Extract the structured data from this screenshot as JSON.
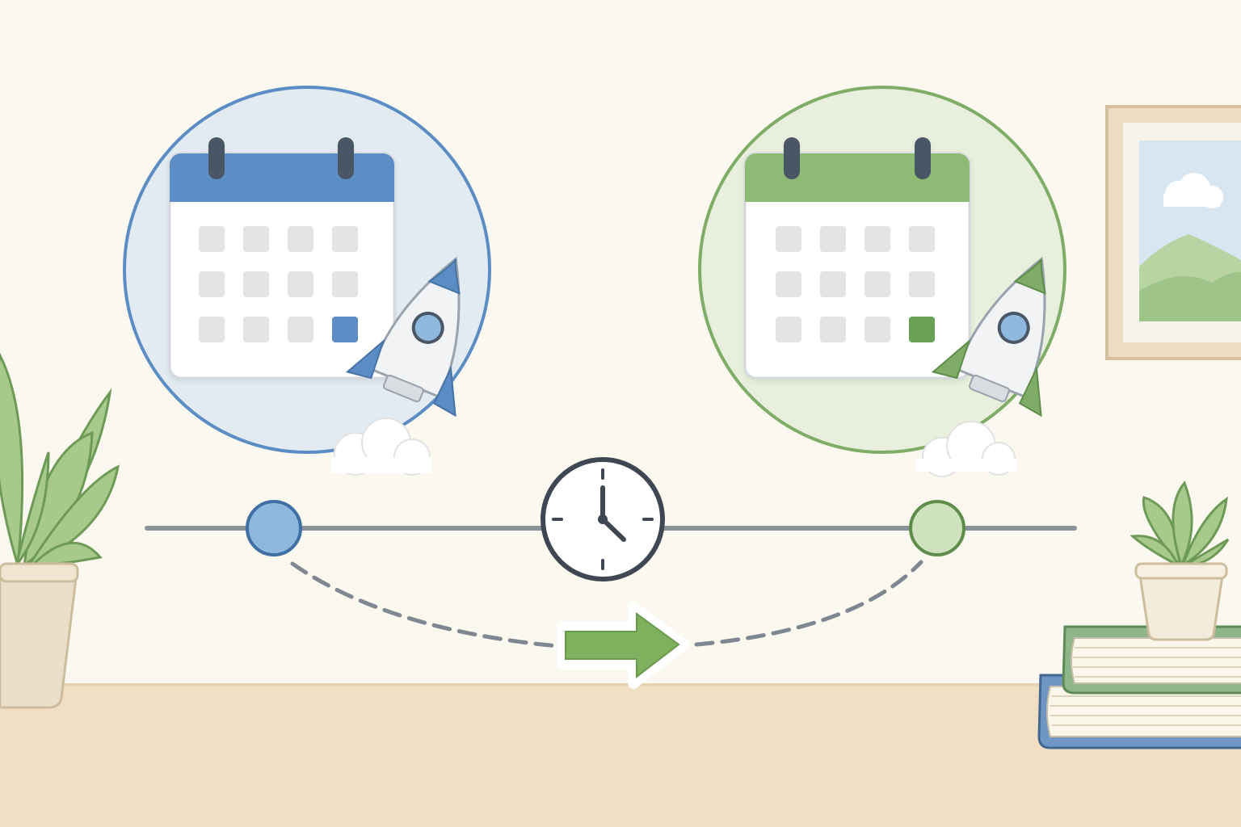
{
  "scene": {
    "description_free": true,
    "start_milestone": {
      "icon": "calendar-rocket-icon",
      "color": "#5b8dc4",
      "highlight_cell": "last"
    },
    "end_milestone": {
      "icon": "calendar-rocket-icon",
      "color": "#7fad68",
      "highlight_cell": "last"
    },
    "timeline": {
      "start_node_color": "#8fb8de",
      "end_node_color": "#cde2bd",
      "center_icon": "clock-icon",
      "arrow_icon": "right-arrow-icon",
      "arrow_color": "#7fb05e"
    },
    "decor": [
      "plant-left",
      "picture-frame",
      "plant-right",
      "book-stack"
    ]
  },
  "colors": {
    "wall": "#faf8ef",
    "desk": "#f1dfc3",
    "blue_accent": "#5b8dc4",
    "green_accent": "#7fad68",
    "line": "#8b929a"
  }
}
